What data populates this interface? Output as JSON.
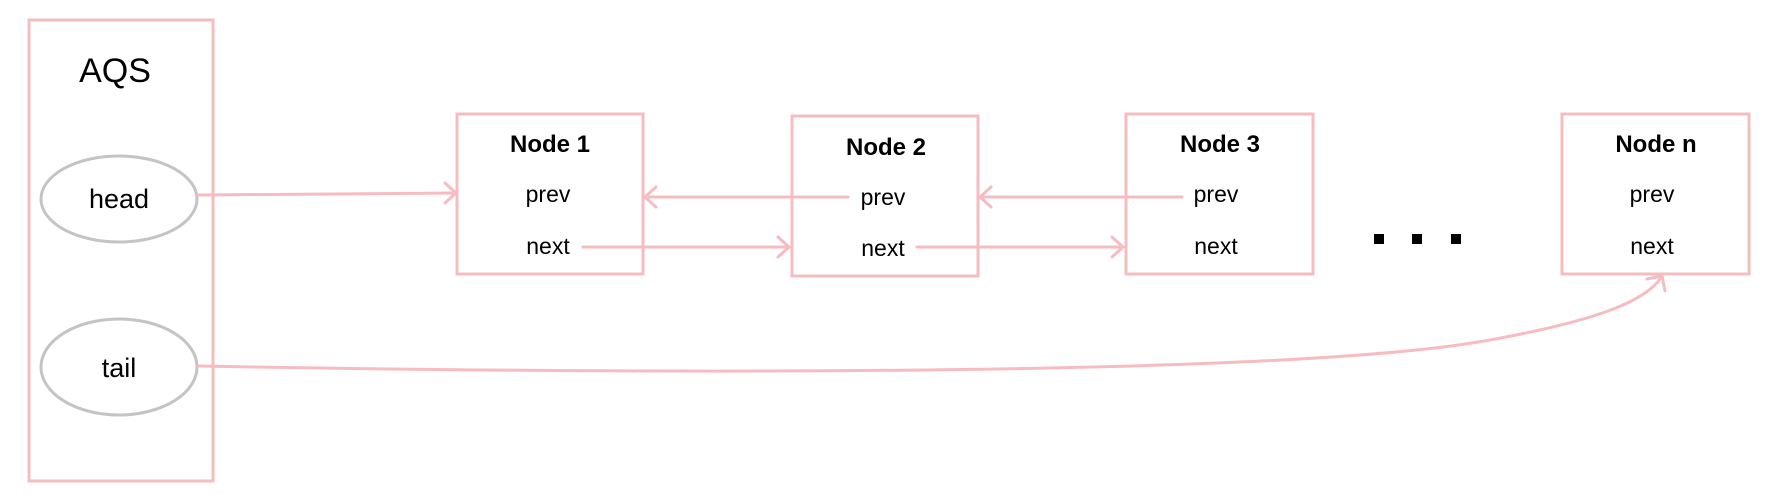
{
  "colors": {
    "box_border": "#f7bcc2",
    "arrow": "#f7bcc2",
    "oval_border": "#c4c4c4",
    "text": "#000000",
    "background": "#ffffff"
  },
  "aqs": {
    "title": "AQS",
    "head_label": "head",
    "tail_label": "tail"
  },
  "nodes": [
    {
      "title": "Node 1",
      "prev": "prev",
      "next": "next"
    },
    {
      "title": "Node 2",
      "prev": "prev",
      "next": "next"
    },
    {
      "title": "Node 3",
      "prev": "prev",
      "next": "next"
    },
    {
      "title": "Node n",
      "prev": "prev",
      "next": "next"
    }
  ],
  "ellipsis_dots": 3
}
